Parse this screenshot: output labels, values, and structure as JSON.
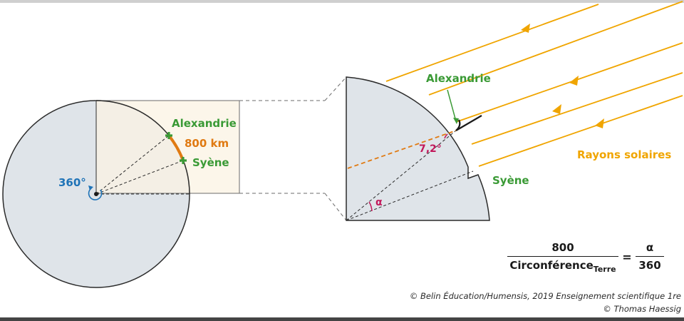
{
  "labels": {
    "alexandrie_left": "Alexandrie",
    "distance": "800 km",
    "syene_left": "Syène",
    "angle_full": "360°",
    "alexandrie_right": "Alexandrie",
    "angle_rays": "7,2°",
    "alpha_inner": "α",
    "syene_right": "Syène",
    "rays": "Rayons solaires"
  },
  "formula": {
    "left_num": "800",
    "left_den_main": "Circonférence",
    "left_den_sub": "Terre",
    "equals": "=",
    "right_num": "α",
    "right_den": "360"
  },
  "credits": {
    "line1": "© Belin Éducation/Humensis, 2019 Enseignement scientifique 1re",
    "line2": "© Thomas Haessig"
  },
  "colors": {
    "earth": "#dfe4e9",
    "sunray": "#f0a500",
    "city_green": "#3a9a35",
    "arc_orange": "#e07a12",
    "angle_blue": "#1f73b7",
    "angle_red": "#c2185b"
  }
}
